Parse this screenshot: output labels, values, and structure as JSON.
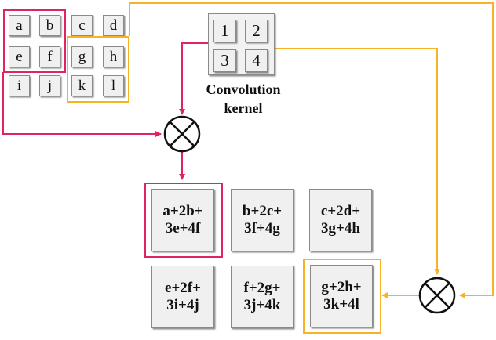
{
  "input_grid": [
    [
      "a",
      "b",
      "c",
      "d"
    ],
    [
      "e",
      "f",
      "g",
      "h"
    ],
    [
      "i",
      "j",
      "k",
      "l"
    ]
  ],
  "kernel": {
    "values": [
      "1",
      "2",
      "3",
      "4"
    ],
    "caption_line1": "Convolution",
    "caption_line2": "kernel"
  },
  "results": [
    [
      "a+2b+",
      "3e+4f"
    ],
    [
      "b+2c+",
      "3f+4g"
    ],
    [
      "c+2d+",
      "3g+4h"
    ],
    [
      "e+2f+",
      "3i+4j"
    ],
    [
      "f+2g+",
      "3j+4k"
    ],
    [
      "g+2h+",
      "3k+4l"
    ]
  ],
  "colors": {
    "red": "#e0245e",
    "orange": "#f5b325",
    "dark": "#111111"
  }
}
